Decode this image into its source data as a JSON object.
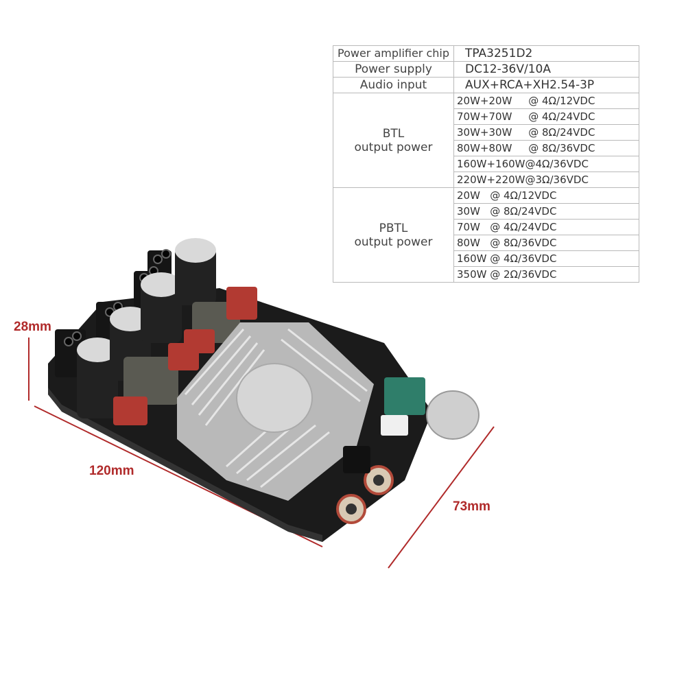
{
  "specs": {
    "chip_label": "Power amplifier chip",
    "chip_value": "TPA3251D2",
    "supply_label": "Power supply",
    "supply_value": "DC12-36V/10A",
    "input_label": "Audio input",
    "input_value": "AUX+RCA+XH2.54-3P",
    "btl_label_1": "BTL",
    "btl_label_2": "output power",
    "btl_rows": [
      "20W+20W     @ 4Ω/12VDC",
      "70W+70W     @ 4Ω/24VDC",
      "30W+30W     @ 8Ω/24VDC",
      "80W+80W     @ 8Ω/36VDC",
      "160W+160W@4Ω/36VDC",
      "220W+220W@3Ω/36VDC"
    ],
    "pbtl_label_1": "PBTL",
    "pbtl_label_2": "output power",
    "pbtl_rows": [
      "20W   @ 4Ω/12VDC",
      "30W   @ 8Ω/24VDC",
      "70W   @ 4Ω/24VDC",
      "80W   @ 8Ω/36VDC",
      "160W @ 4Ω/36VDC",
      "350W @ 2Ω/36VDC"
    ]
  },
  "dimensions": {
    "height": "28mm",
    "length": "120mm",
    "width": "73mm"
  },
  "colors": {
    "dimension_red": "#b02a2a",
    "table_border": "#b9b9b9"
  }
}
